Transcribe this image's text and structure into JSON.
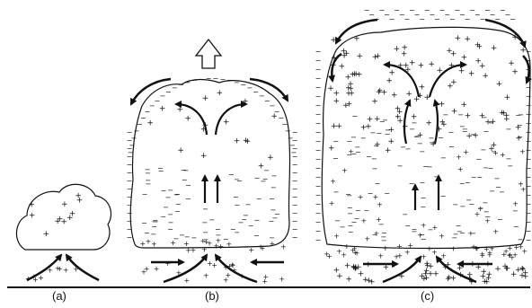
{
  "panels": [
    {
      "id": "a",
      "label": "(a)"
    },
    {
      "id": "b",
      "label": "(b)"
    },
    {
      "id": "c",
      "label": "(c)"
    }
  ],
  "glyphs": {
    "positive": "+",
    "negative": "−"
  },
  "colors": {
    "ink": "#111111",
    "background": "#ffffff"
  }
}
